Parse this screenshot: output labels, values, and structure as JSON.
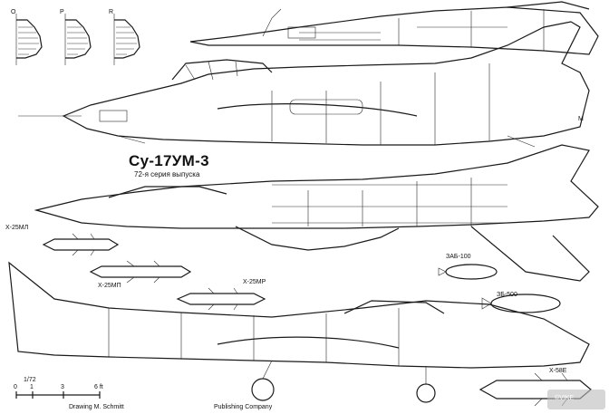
{
  "drawing": {
    "title": "Су-17УМ-3",
    "subtitle": "72-я серия выпуска",
    "sections": [
      "O",
      "P",
      "R"
    ],
    "weapons": {
      "x25ml": "Х-25МЛ",
      "x25mp_left": "Х-25МП",
      "x25mr": "Х-25МР",
      "zab100": "ЗАБ-100",
      "zb500": "ЗБ-500",
      "x58e": "Х-58Е"
    },
    "marking": "M",
    "scale": {
      "ratio": "1/72",
      "ticks": [
        "0",
        "1",
        "3",
        "6 ft"
      ],
      "bottom_left": "Drawing M. Schmitt",
      "bottom_right": "Publishing Company"
    },
    "watermark": "©VIKE"
  }
}
